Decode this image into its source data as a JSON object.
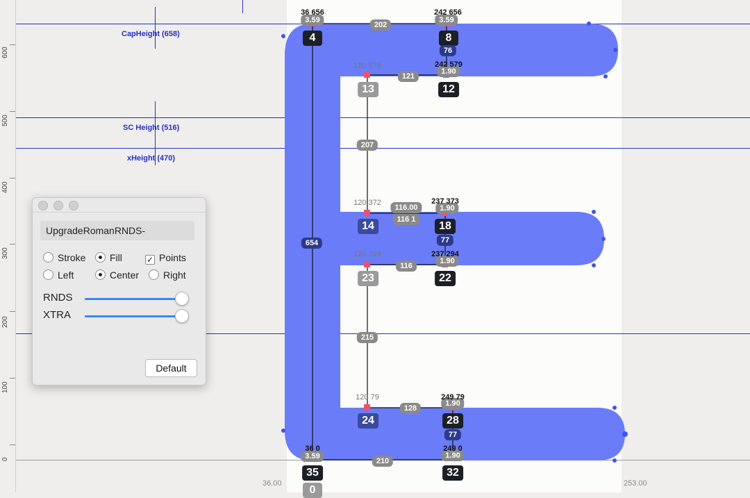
{
  "rulers": {
    "vertical_labels": [
      "600",
      "500",
      "400",
      "300",
      "200",
      "100",
      "0"
    ]
  },
  "metrics": {
    "cap_height": "CapHeight (658)",
    "sc_height": "SC Height (516)",
    "x_height": "xHeight (470)"
  },
  "sidebearings": {
    "left": "36.00",
    "right": "253.00"
  },
  "colors": {
    "glyph_fill": "#6a7cf8",
    "guide_line": "#2630c8",
    "point_marker": "#f0506e",
    "slider_accent": "#3b87f0"
  },
  "point_numbers": {
    "p4": "4",
    "p8": "8",
    "p12": "12",
    "p13": "13",
    "p14": "14",
    "p18": "18",
    "p22": "22",
    "p23": "23",
    "p24": "24",
    "p28": "28",
    "p32": "32",
    "p35": "35",
    "p0": "0"
  },
  "measurements": {
    "m202": "202",
    "m76": "76",
    "m121": "121",
    "m207": "207",
    "m654": "654",
    "m116_00": "116.00",
    "m116_1": "116  1",
    "m77a": "77",
    "m116": "116",
    "m215": "215",
    "m128": "128",
    "m77b": "77",
    "m210": "210",
    "m190a": "1.90",
    "m190b": "1.90",
    "m190c": "1.90",
    "m190d": "1.90",
    "m190e": "1.90",
    "m359a": "3.59",
    "m359b": "3.59",
    "m359c": "3.59"
  },
  "coordinates": {
    "c36_656": "36 656",
    "c242_656": "242 656",
    "c120_579": "120 579",
    "c242_579": "242 579",
    "c120_372": "120 372",
    "c237_373": "237 373",
    "c120_294": "120 294",
    "c237_294": "237 294",
    "c120_79": "120 79",
    "c249_79": "249 79",
    "c36_0": "36 0",
    "c249_0": "249 0"
  },
  "panel": {
    "instance_name": "UpgradeRomanRNDS-",
    "stroke_label": "Stroke",
    "fill_label": "Fill",
    "points_label": "Points",
    "points_check": "✓",
    "left_label": "Left",
    "center_label": "Center",
    "right_label": "Right",
    "rnds_label": "RNDS",
    "rnds_value": 1.0,
    "xtra_label": "XTRA",
    "xtra_value": 1.0,
    "default_button": "Default"
  }
}
